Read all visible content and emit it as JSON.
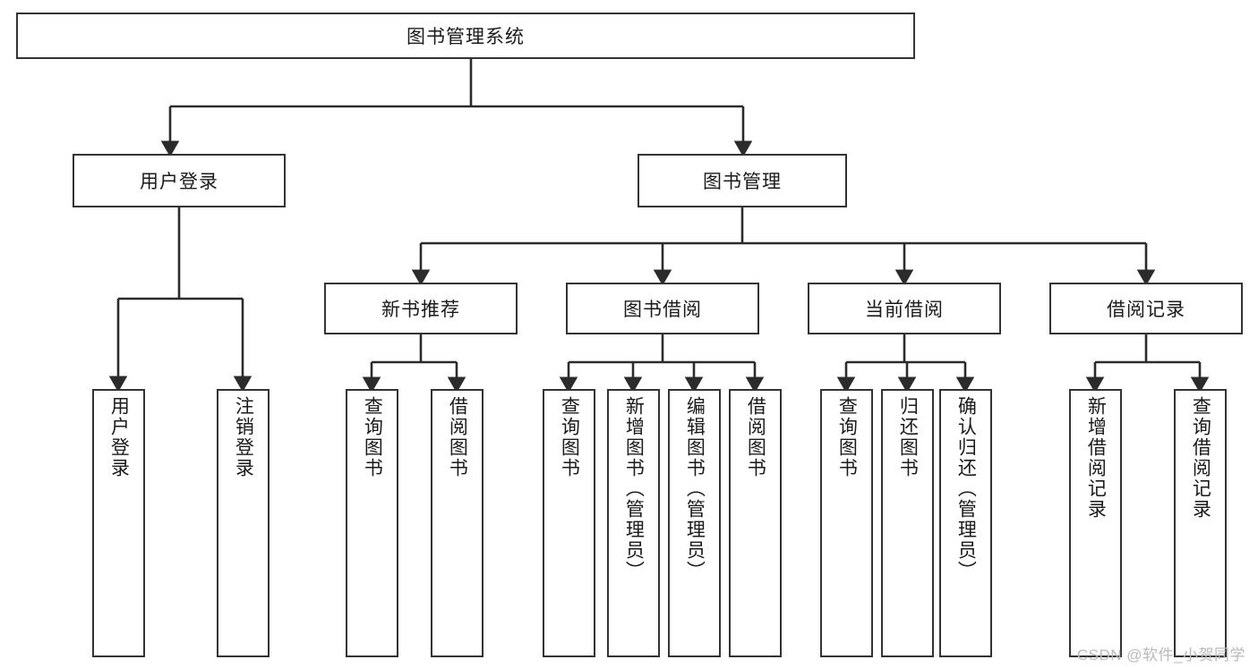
{
  "diagram": {
    "type": "tree",
    "title": "图书管理系统",
    "root": {
      "label": "图书管理系统"
    },
    "level2": [
      {
        "label": "用户登录"
      },
      {
        "label": "图书管理"
      }
    ],
    "level3": [
      {
        "label": "新书推荐"
      },
      {
        "label": "图书借阅"
      },
      {
        "label": "当前借阅"
      },
      {
        "label": "借阅记录"
      }
    ],
    "leaves": {
      "user_login": [
        {
          "label": "用户登录"
        },
        {
          "label": "注销登录"
        }
      ],
      "new_book_recommend": [
        {
          "label": "查询图书"
        },
        {
          "label": "借阅图书"
        }
      ],
      "book_borrow": [
        {
          "label": "查询图书"
        },
        {
          "label": "新增图书（管理员）"
        },
        {
          "label": "编辑图书（管理员）"
        },
        {
          "label": "借阅图书"
        }
      ],
      "current_borrow": [
        {
          "label": "查询图书"
        },
        {
          "label": "归还图书"
        },
        {
          "label": "确认归还（管理员）"
        }
      ],
      "borrow_record": [
        {
          "label": "新增借阅记录"
        },
        {
          "label": "查询借阅记录"
        }
      ]
    }
  },
  "watermark": {
    "text": "CSDN @软件_小贺同学"
  },
  "colors": {
    "box_border": "#333333",
    "box_fill": "#ffffff",
    "text": "#1a1a1a",
    "connector": "#2b2b2b",
    "watermark": "#b9b9b9",
    "page_background": "#ffffff"
  }
}
